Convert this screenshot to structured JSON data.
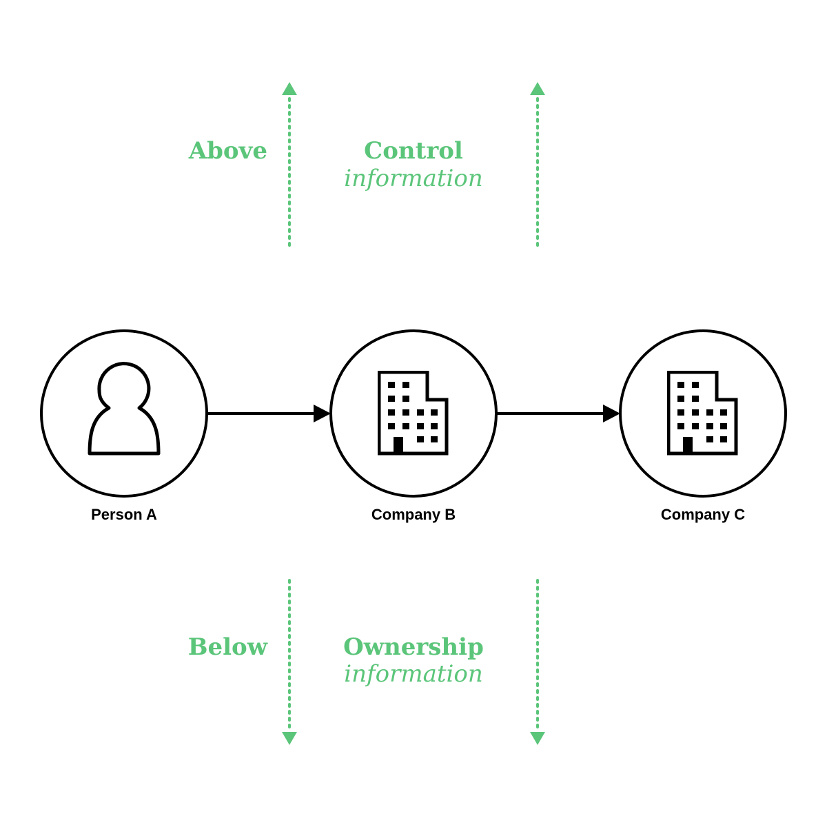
{
  "colors": {
    "accent": "#5bc57a",
    "ink": "#000000",
    "background": "#ffffff"
  },
  "top": {
    "direction_label": "Above",
    "category_title": "Control",
    "category_subtitle": "information"
  },
  "bottom": {
    "direction_label": "Below",
    "category_title": "Ownership",
    "category_subtitle": "information"
  },
  "nodes": [
    {
      "label": "Person A",
      "icon": "person-icon"
    },
    {
      "label": "Company B",
      "icon": "building-icon"
    },
    {
      "label": "Company C",
      "icon": "building-icon"
    }
  ]
}
